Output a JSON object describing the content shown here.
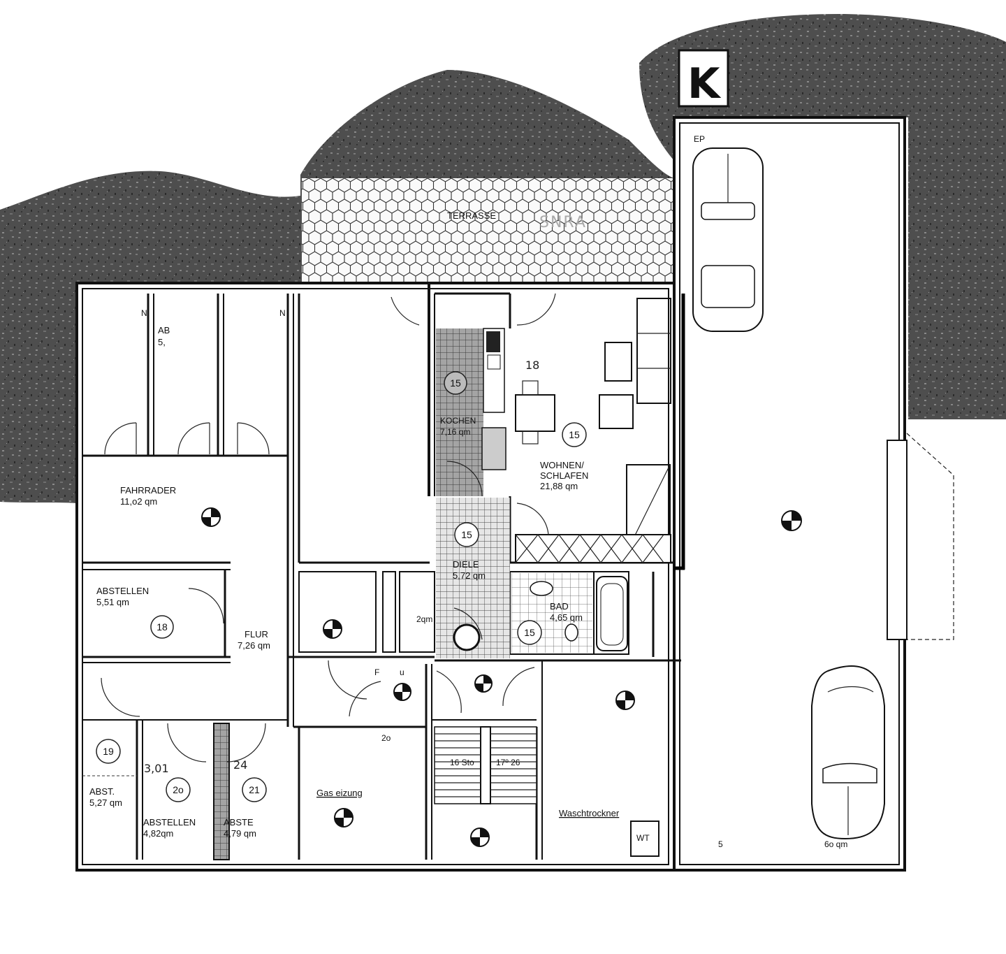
{
  "stamp": "SNRA",
  "top_right_marks": {
    "ep": "EP",
    "k": "K"
  },
  "rooms": {
    "terrasse": {
      "name": "TERRASSE"
    },
    "ab": {
      "name": "AB",
      "area": "5,"
    },
    "fahrrader": {
      "name": "FAHRRADER",
      "area": "11,o2 qm"
    },
    "abstellen1": {
      "name": "ABSTELLEN",
      "area": "5,51 qm",
      "tag": "18"
    },
    "flur": {
      "name": "FLUR",
      "area": "7,26 qm"
    },
    "kochen": {
      "name": "KOCHEN",
      "area": "7,16 qm",
      "tag": "15"
    },
    "wohnen": {
      "name1": "WOHNEN/",
      "name2": "SCHLAFEN",
      "area": "21,88 qm",
      "tag": "15"
    },
    "diele": {
      "name": "DIELE",
      "area": "5,72 qm",
      "tag": "15"
    },
    "bad": {
      "name": "BAD",
      "area": "4,65 qm",
      "tag": "15"
    },
    "abst19": {
      "name": "ABST.",
      "area": "5,27 qm",
      "tag": "19"
    },
    "abstellen20": {
      "name": "ABSTELLEN",
      "area": "4,82qm",
      "tag": "2o"
    },
    "abste21": {
      "name": "ABSTE",
      "area": "4,79 qm",
      "tag": "21"
    },
    "gas": {
      "name": "Gas eizung"
    },
    "waschtrockner": {
      "name": "Waschtrockner",
      "wt": "WT"
    },
    "garage": {
      "area": "6o qm",
      "mark": "5"
    }
  },
  "annotations": {
    "n_left": "N",
    "n_right": "N",
    "hand_18": "18",
    "hand_301": "3,01",
    "hand_24": "24",
    "two_qm": "2qm",
    "f_label": "F",
    "u_label": "u",
    "twenty": "2o",
    "stairs_left": "16 Sto",
    "stairs_right": "17º 26"
  },
  "colors": {
    "lines": "#111111",
    "shade": "#4a4a4a",
    "tile": "#9a9a9a"
  }
}
